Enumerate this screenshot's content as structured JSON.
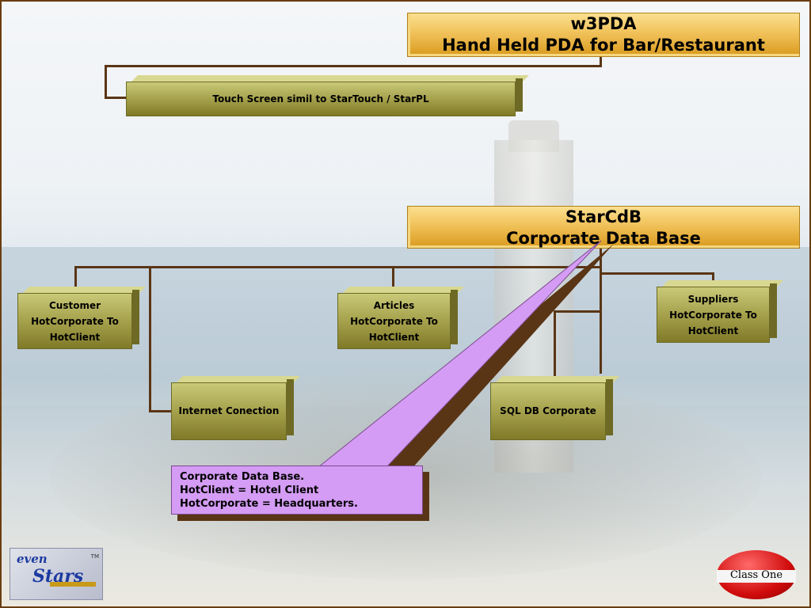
{
  "top_box": {
    "title_line1": "w3PDA",
    "title_line2": "Hand Held PDA for Bar/Restaurant"
  },
  "touch_box": {
    "label": "Touch Screen simil to StarTouch / StarPL"
  },
  "db_box": {
    "title_line1": "StarCdB",
    "title_line2": "Corporate Data Base"
  },
  "nodes": {
    "customer": {
      "line1": "Customer",
      "line2": "HotCorporate To",
      "line3": "HotClient"
    },
    "articles": {
      "line1": "Articles",
      "line2": "HotCorporate To",
      "line3": "HotClient"
    },
    "suppliers": {
      "line1": "Suppliers",
      "line2": "HotCorporate To",
      "line3": "HotClient"
    },
    "internet": {
      "label": "Internet Conection"
    },
    "sql": {
      "label": "SQL DB Corporate"
    }
  },
  "callout": {
    "line1": "Corporate Data Base.",
    "line2": "HotClient = Hotel Client",
    "line3": "HotCorporate = Headquarters."
  },
  "logos": {
    "brand_seven": "even",
    "brand_stars": "Stars",
    "brand_tm": "TM",
    "badge_text": "Class One"
  },
  "colors": {
    "gold": "#f1c25a",
    "olive": "#a5a14c",
    "connector": "#5a3515",
    "callout": "#d49cf4",
    "badge": "#d10c0c"
  }
}
